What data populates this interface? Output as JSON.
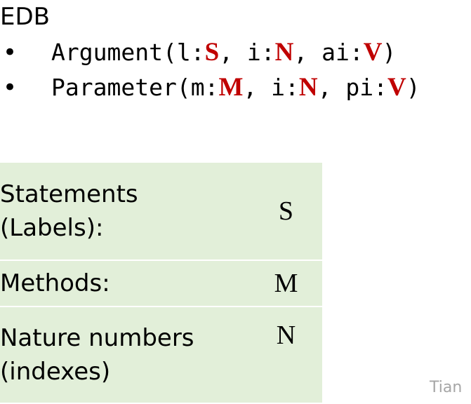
{
  "heading": "EDB",
  "accent_color": "#c00000",
  "relations": [
    {
      "bullet": "•",
      "open": "Argument(",
      "a1_label": "l:",
      "a1_type": "S",
      "sep1": ", ",
      "a2_label": "i:",
      "a2_type": "N",
      "sep2": ", ",
      "a3_label": "ai:",
      "a3_type": "V",
      "close": ")"
    },
    {
      "bullet": "•",
      "open": "Parameter(",
      "a1_label": "m:",
      "a1_type": "M",
      "sep1": ", ",
      "a2_label": "i:",
      "a2_type": "N",
      "sep2": ", ",
      "a3_label": "pi:",
      "a3_type": "V",
      "close": ")"
    }
  ],
  "domains": [
    {
      "name_line1": "Statements",
      "name_line2": "(Labels):",
      "symbol": "S"
    },
    {
      "name_line1": "Methods:",
      "name_line2": "",
      "symbol": "M"
    },
    {
      "name_line1": "Nature numbers",
      "name_line2": "(indexes)",
      "symbol": "N"
    }
  ],
  "footer_name": "Tian"
}
